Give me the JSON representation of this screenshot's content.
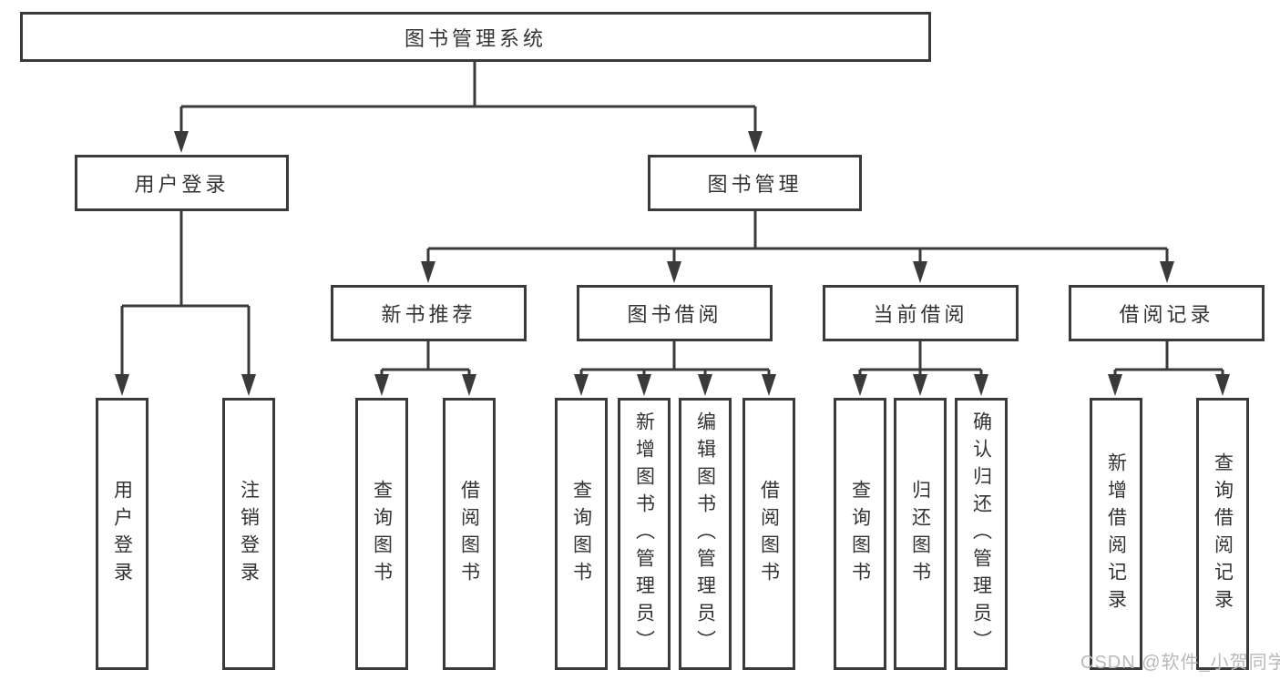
{
  "diagram": {
    "root": {
      "label": "图书管理系统"
    },
    "branches": [
      {
        "label": "用户登录",
        "children": [
          {
            "label": "用户登录"
          },
          {
            "label": "注销登录"
          }
        ]
      },
      {
        "label": "图书管理",
        "children": [
          {
            "label": "新书推荐",
            "children": [
              {
                "label": "查询图书"
              },
              {
                "label": "借阅图书"
              }
            ]
          },
          {
            "label": "图书借阅",
            "children": [
              {
                "label": "查询图书"
              },
              {
                "label": "新增图书（管理员）"
              },
              {
                "label": "编辑图书（管理员）"
              },
              {
                "label": "借阅图书"
              }
            ]
          },
          {
            "label": "当前借阅",
            "children": [
              {
                "label": "查询图书"
              },
              {
                "label": "归还图书"
              },
              {
                "label": "确认归还（管理员）"
              }
            ]
          },
          {
            "label": "借阅记录",
            "children": [
              {
                "label": "新增借阅记录"
              },
              {
                "label": "查询借阅记录"
              }
            ]
          }
        ]
      }
    ]
  },
  "watermark": {
    "text": "CSDN @软件_小贺同学",
    "color": "#b9b9b9"
  },
  "colors": {
    "line": "#3a3a3a",
    "box_border": "#3a3a3a",
    "box_fill": "#ffffff",
    "text": "#333333",
    "background": "#ffffff"
  }
}
